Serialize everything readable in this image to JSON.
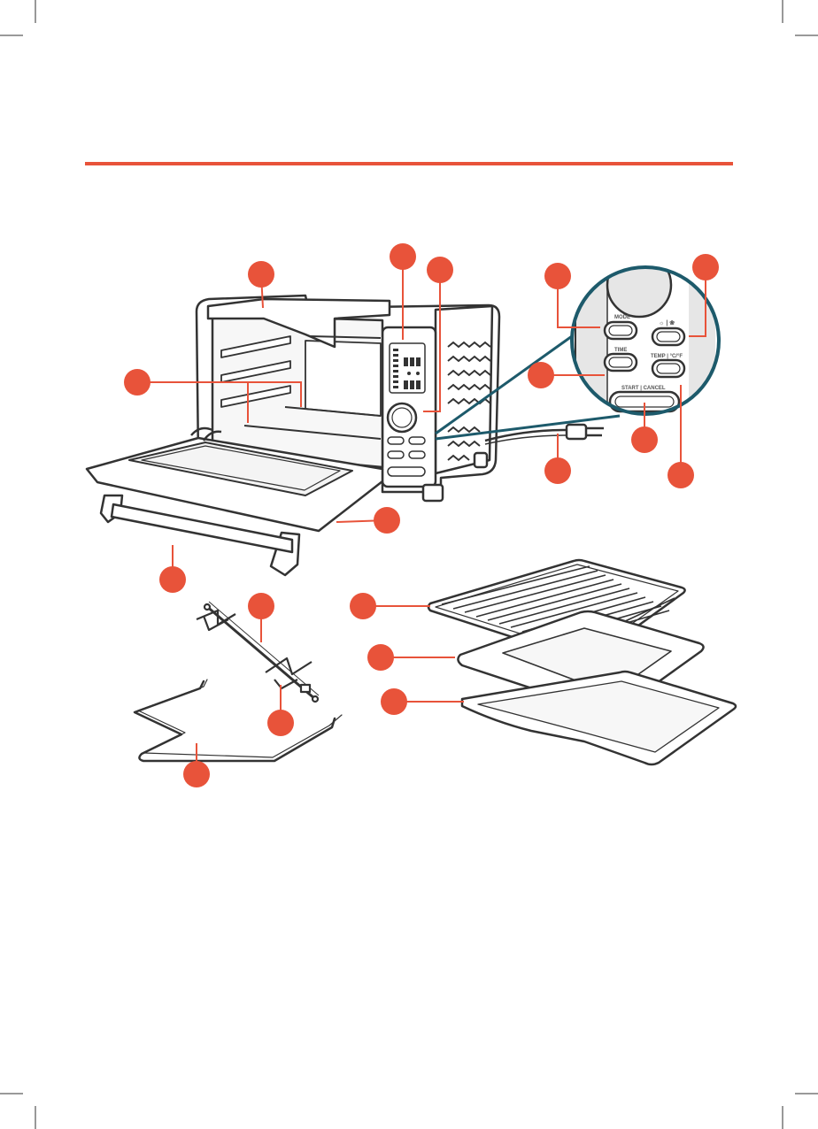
{
  "colors": {
    "accent": "#e8533a",
    "line": "#333333",
    "zoom_ring": "#1d5a6b",
    "panel_bg": "#e6e6e6"
  },
  "control_panel_zoom": {
    "mode_label": "MODE",
    "light_fan_label": "☼ | ❀",
    "time_label": "TIME",
    "temp_label": "TEMP | °C/°F",
    "start_cancel_label": "START | CANCEL"
  },
  "callout_icon": "callout-dot-icon"
}
